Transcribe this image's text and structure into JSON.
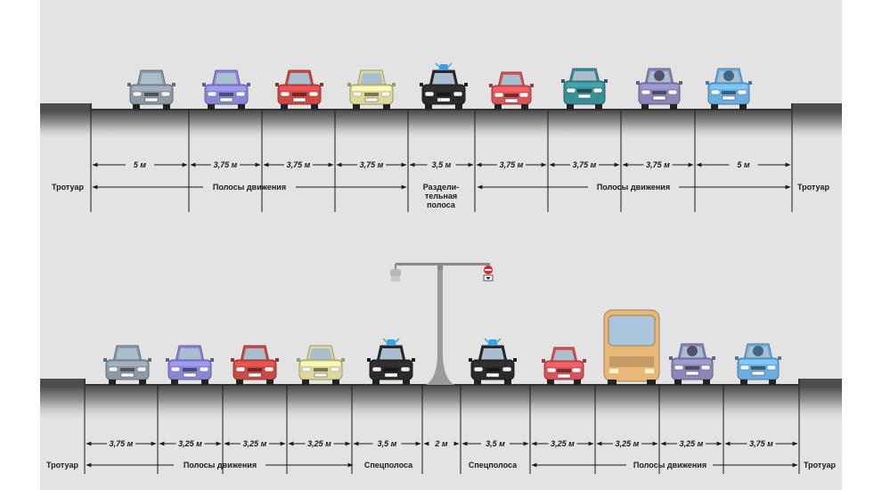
{
  "top": {
    "lanes": [
      "5 м",
      "3,75 м",
      "3,75 м",
      "3,75 м",
      "3,5 м",
      "3,75 м",
      "3,75 м",
      "3,75 м",
      "5 м"
    ],
    "left_sidewalk": "Тротуар",
    "right_sidewalk": "Тротуар",
    "left_group": "Полосы движения",
    "right_group": "Полосы движения",
    "median_label": [
      "Раздели-",
      "тельная",
      "полоса"
    ],
    "cars": [
      {
        "kind": "sedan",
        "color": "#8e99a6"
      },
      {
        "kind": "sedan",
        "color": "#8a86d6"
      },
      {
        "kind": "sedan",
        "color": "#cc4a46"
      },
      {
        "kind": "sedan",
        "color": "#dcd99a"
      },
      {
        "kind": "police",
        "color": "#2a2a2a"
      },
      {
        "kind": "hatch",
        "color": "#d95458"
      },
      {
        "kind": "van",
        "color": "#3a8e96"
      },
      {
        "kind": "suv",
        "color": "#8a86b8"
      },
      {
        "kind": "suv",
        "color": "#6aaee0"
      }
    ]
  },
  "bottom": {
    "lanes": [
      "3,75 м",
      "3,25 м",
      "3,25 м",
      "3,25 м",
      "3,5 м",
      "2 м",
      "3,5 м",
      "3,25 м",
      "3,25 м",
      "3,25 м",
      "3,75 м"
    ],
    "left_sidewalk": "Тротуар",
    "right_sidewalk": "Тротуар",
    "left_group": "Полосы движения",
    "right_group": "Полосы движения",
    "special_left": "Спецполоса",
    "special_right": "Спецполоса",
    "cars": [
      {
        "kind": "sedan",
        "color": "#8e99a6"
      },
      {
        "kind": "sedan",
        "color": "#8a86d6"
      },
      {
        "kind": "sedan",
        "color": "#cc4a46"
      },
      {
        "kind": "sedan",
        "color": "#dcd99a"
      },
      {
        "kind": "police",
        "color": "#2a2a2a"
      },
      {
        "kind": "police",
        "color": "#2a2a2a"
      },
      {
        "kind": "hatch",
        "color": "#d95458"
      },
      {
        "kind": "bus",
        "color": "#e8b878"
      },
      {
        "kind": "suv",
        "color": "#8a86b8"
      },
      {
        "kind": "suv",
        "color": "#6aaee0"
      }
    ]
  },
  "colors": {
    "background": "#e3e3e3",
    "road": "#555555",
    "text": "#1a1a1a",
    "police_light": "#3aa0e0",
    "sign_red": "#d42a2a"
  }
}
